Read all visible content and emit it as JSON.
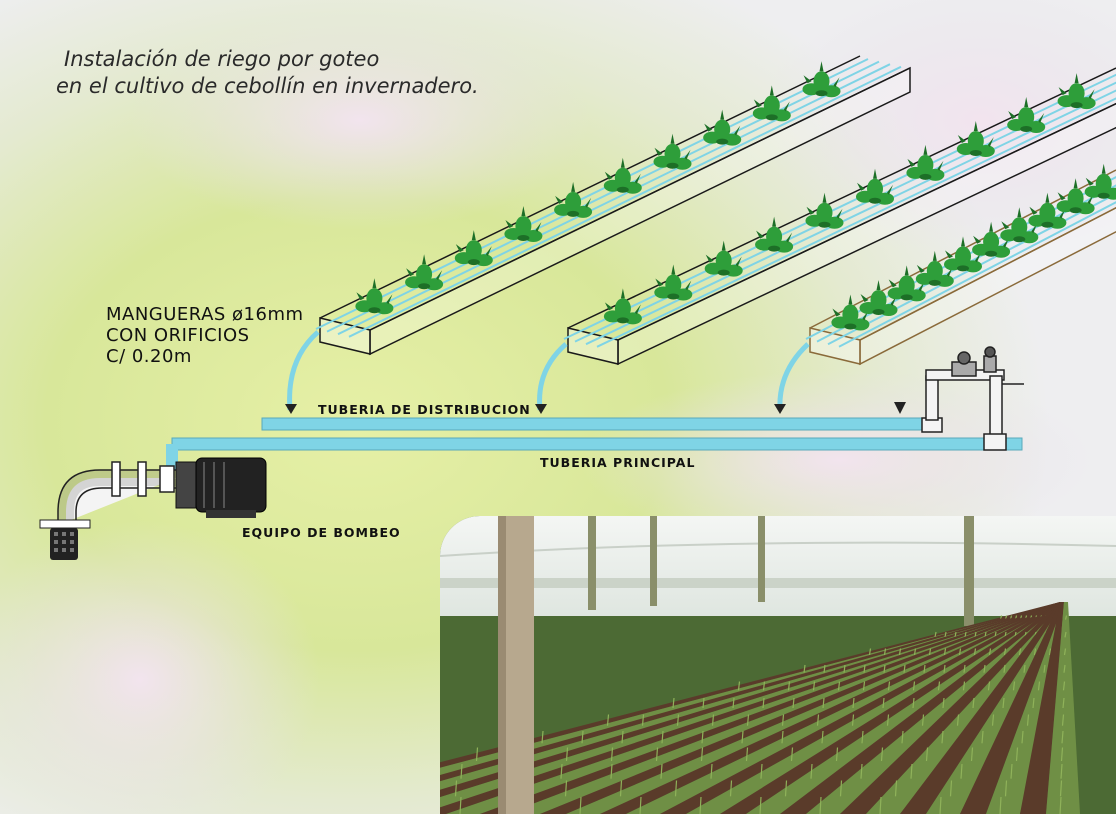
{
  "title": {
    "line1": "Instalación de riego por goteo",
    "line2": "en el cultivo de cebollín en invernadero."
  },
  "labels": {
    "hose_line1": "MANGUERAS ø16mm",
    "hose_line2": "CON ORIFICIOS",
    "hose_line3": "C/ 0.20m",
    "distribution": "TUBERIA DE DISTRIBUCION",
    "main": "TUBERIA PRINCIPAL",
    "pump": "EQUIPO DE BOMBEO"
  },
  "colors": {
    "pipe": "#7fd4e6",
    "plant": "#2e9e3a",
    "plant_dark": "#1d6f27",
    "glow": "#d4e88a",
    "bed_edge": "#1a1a1a",
    "bed_edge_brown": "#8a6a3a",
    "soil": "#5a3b2a"
  },
  "icons": {
    "plants": "onion-plant-icon",
    "pump": "pump-motor-icon",
    "valve": "valve-assembly-icon",
    "filter": "suction-filter-icon"
  }
}
